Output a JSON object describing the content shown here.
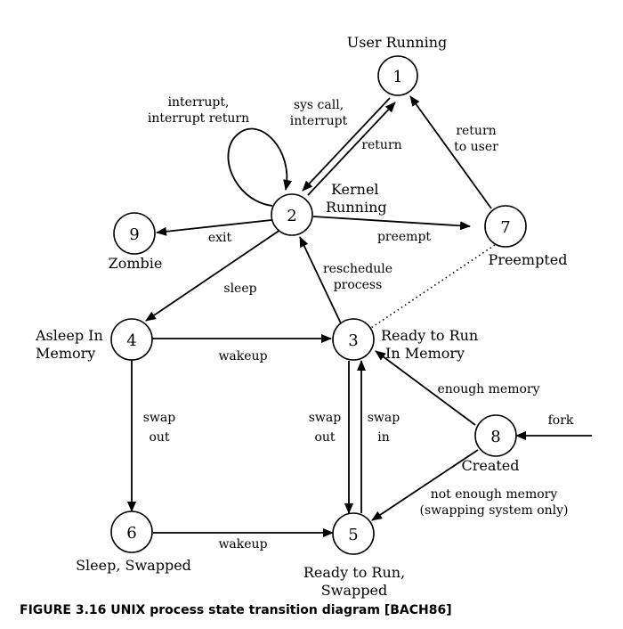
{
  "diagram": {
    "states": [
      {
        "id": "1",
        "number": "1",
        "name_lines": [
          "User Running"
        ]
      },
      {
        "id": "2",
        "number": "2",
        "name_lines": [
          "Kernel",
          "Running"
        ]
      },
      {
        "id": "3",
        "number": "3",
        "name_lines": [
          "Ready to Run",
          "In Memory"
        ]
      },
      {
        "id": "4",
        "number": "4",
        "name_lines": [
          "Asleep In",
          "Memory"
        ]
      },
      {
        "id": "5",
        "number": "5",
        "name_lines": [
          "Ready to Run,",
          "Swapped"
        ]
      },
      {
        "id": "6",
        "number": "6",
        "name_lines": [
          "Sleep, Swapped"
        ]
      },
      {
        "id": "7",
        "number": "7",
        "name_lines": [
          "Preempted"
        ]
      },
      {
        "id": "8",
        "number": "8",
        "name_lines": [
          "Created"
        ]
      },
      {
        "id": "9",
        "number": "9",
        "name_lines": [
          "Zombie"
        ]
      }
    ],
    "transitions": [
      {
        "from": "1",
        "to": "2",
        "label_lines": [
          "sys call,",
          "interrupt"
        ]
      },
      {
        "from": "2",
        "to": "1",
        "label_lines": [
          "return"
        ]
      },
      {
        "from": "2",
        "to": "2",
        "label_lines": [
          "interrupt,",
          "interrupt return"
        ]
      },
      {
        "from": "2",
        "to": "9",
        "label_lines": [
          "exit"
        ]
      },
      {
        "from": "2",
        "to": "7",
        "label_lines": [
          "preempt"
        ]
      },
      {
        "from": "7",
        "to": "1",
        "label_lines": [
          "return",
          "to user"
        ]
      },
      {
        "from": "2",
        "to": "4",
        "label_lines": [
          "sleep"
        ]
      },
      {
        "from": "3",
        "to": "2",
        "label_lines": [
          "reschedule",
          "process"
        ]
      },
      {
        "from": "7",
        "to": "3",
        "label_lines": [],
        "style": "dotted"
      },
      {
        "from": "4",
        "to": "3",
        "label_lines": [
          "wakeup"
        ]
      },
      {
        "from": "4",
        "to": "6",
        "label_lines": [
          "swap",
          "out"
        ]
      },
      {
        "from": "3",
        "to": "5",
        "label_lines": [
          "swap",
          "out"
        ]
      },
      {
        "from": "5",
        "to": "3",
        "label_lines": [
          "swap",
          "in"
        ]
      },
      {
        "from": "8",
        "to": "3",
        "label_lines": [
          "enough memory"
        ]
      },
      {
        "from": "8",
        "to": "5",
        "label_lines": [
          "not enough memory",
          "(swapping system only)"
        ]
      },
      {
        "from": "6",
        "to": "5",
        "label_lines": [
          "wakeup"
        ]
      },
      {
        "from": "external",
        "to": "8",
        "label_lines": [
          "fork"
        ]
      }
    ]
  },
  "caption": "FIGURE 3.16  UNIX process state transition diagram [BACH86]"
}
